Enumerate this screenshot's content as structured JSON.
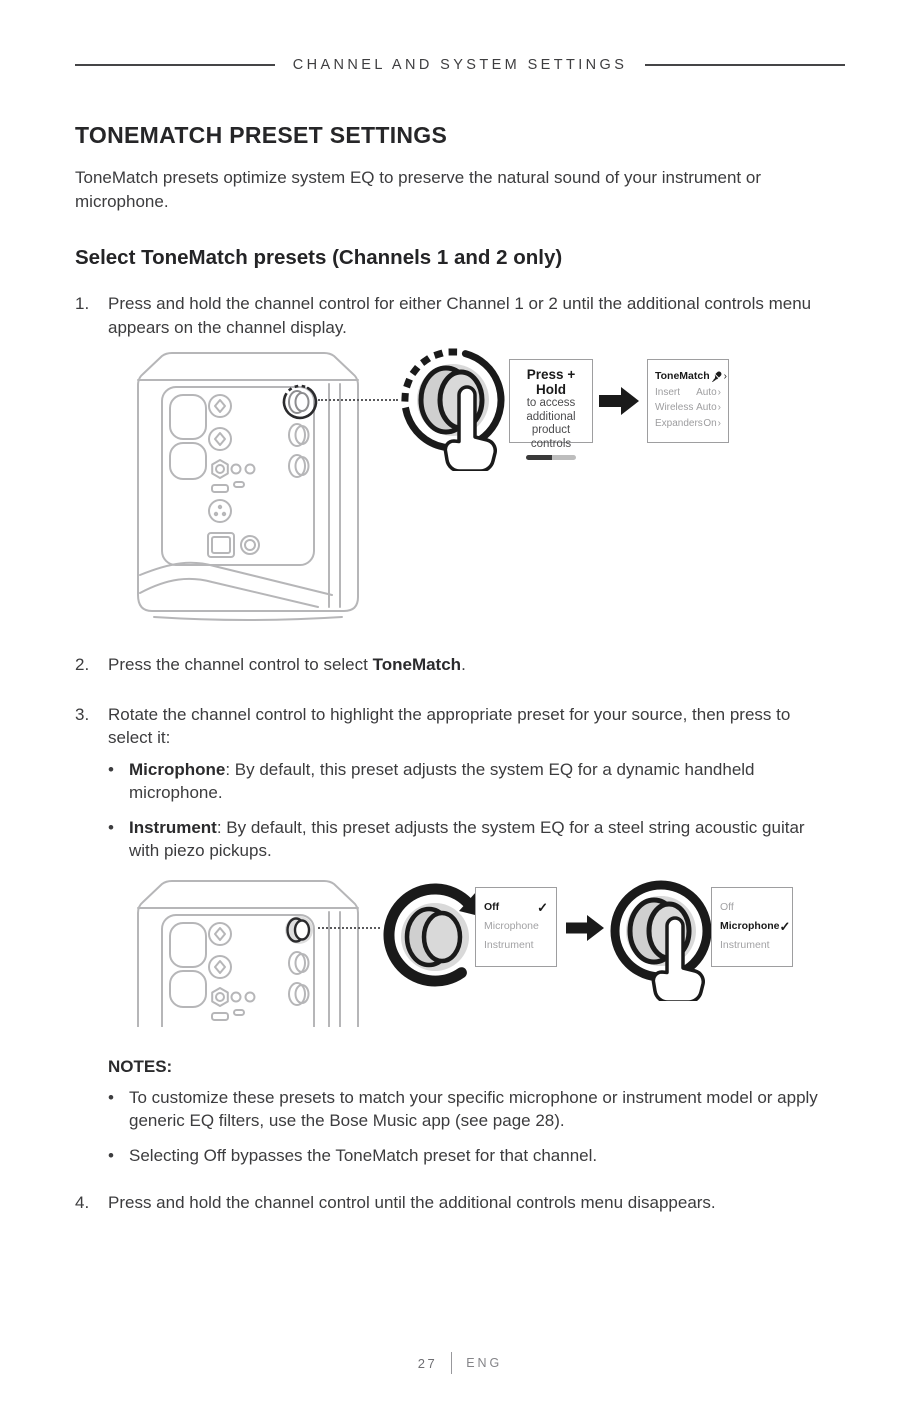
{
  "header": {
    "title": "CHANNEL AND SYSTEM SETTINGS"
  },
  "page": {
    "title": "TONEMATCH PRESET SETTINGS",
    "intro": "ToneMatch presets optimize system EQ to preserve the natural sound of your instrument or microphone.",
    "section_title": "Select ToneMatch presets (Channels 1 and 2 only)"
  },
  "ui": {
    "bullet": "•",
    "check": "✓",
    "chevron": "›"
  },
  "steps": {
    "s1": {
      "num": "1.",
      "text": "Press and hold the channel control for either Channel 1 or 2 until the additional controls menu appears on the channel display."
    },
    "s2": {
      "num": "2.",
      "prefix": "Press the channel control to select ",
      "bold": "ToneMatch",
      "suffix": "."
    },
    "s3": {
      "num": "3.",
      "text": "Rotate the channel control to highlight the appropriate preset for your source, then press to select it:"
    },
    "s4": {
      "num": "4.",
      "text": "Press and hold the channel control until the additional controls menu disappears."
    }
  },
  "presets": {
    "microphone": {
      "name": "Microphone",
      "desc": ": By default, this preset adjusts the system EQ for a dynamic handheld microphone."
    },
    "instrument": {
      "name": "Instrument",
      "desc": ": By default, this preset adjusts the system EQ for a steel string acoustic guitar with piezo pickups."
    }
  },
  "notes": {
    "title": "NOTES:",
    "items": [
      "To customize these presets to match your specific microphone or instrument model or apply generic EQ filters, use the Bose Music app (see page 28).",
      "Selecting Off bypasses the ToneMatch preset for that channel."
    ]
  },
  "diagram1": {
    "press_hold": {
      "title": "Press + Hold",
      "line1": "to access",
      "line2": "additional",
      "line3": "product",
      "line4": "controls"
    },
    "menu": {
      "row1": {
        "label": "ToneMatch"
      },
      "row2": {
        "label": "Insert",
        "value": "Auto"
      },
      "row3": {
        "label": "Wireless",
        "value": "Auto"
      },
      "row4": {
        "label": "Expanders",
        "value": "On"
      }
    }
  },
  "diagram2": {
    "menu_before": {
      "selected": "Off",
      "item2": "Microphone",
      "item3": "Instrument"
    },
    "menu_after": {
      "item1": "Off",
      "selected": "Microphone",
      "item3": "Instrument"
    }
  },
  "footer": {
    "page_number": "27",
    "language": "ENG"
  },
  "colors": {
    "body_text": "#3c3c3e",
    "heading_text": "#262628",
    "muted_text": "#9d9d9f",
    "line_art": "#b6b6b8",
    "ink": "#1a1a1a"
  }
}
